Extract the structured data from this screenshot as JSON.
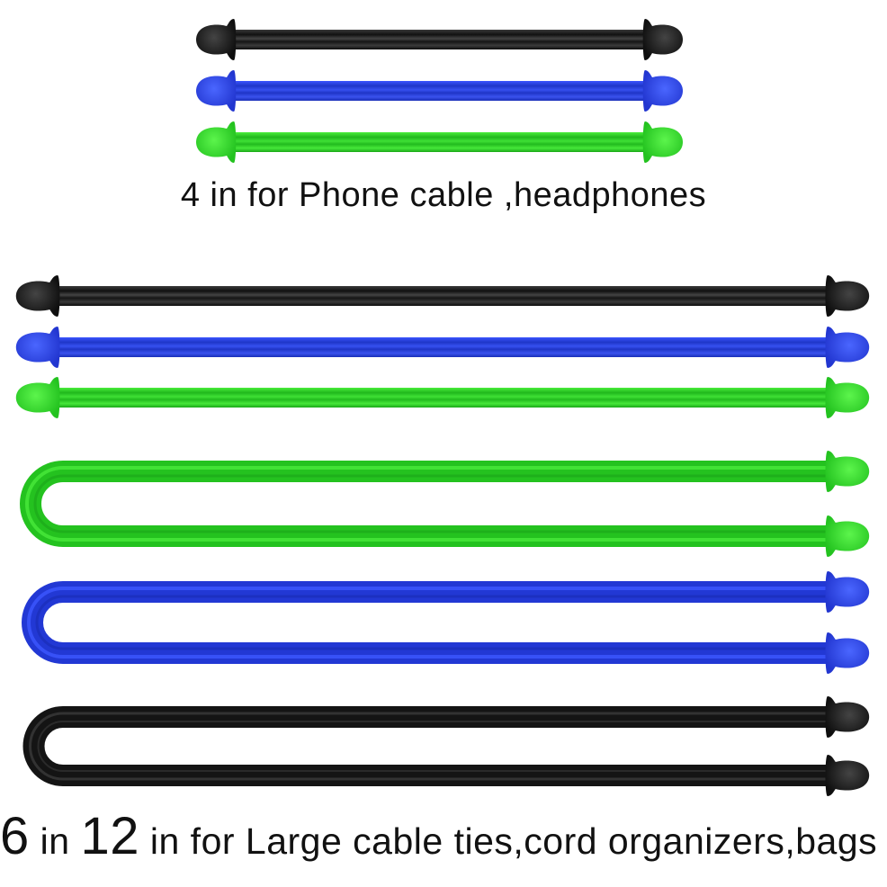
{
  "product": {
    "colors": {
      "black": "#1a1a1a",
      "blue": "#2a3fdc",
      "green": "#2fd22a"
    },
    "short_ties": {
      "length": "4 in",
      "items": [
        {
          "color": "black"
        },
        {
          "color": "blue"
        },
        {
          "color": "green"
        }
      ]
    },
    "long_ties": {
      "items_straight": [
        {
          "color": "black"
        },
        {
          "color": "blue"
        },
        {
          "color": "green"
        }
      ],
      "items_looped": [
        {
          "color": "green"
        },
        {
          "color": "blue"
        },
        {
          "color": "black"
        }
      ]
    }
  },
  "captions": {
    "short": "4 in for Phone cable ,headphones",
    "long": {
      "size1": "6",
      "unit1": " in ",
      "size2": "12",
      "rest": " in for Large cable ties,cord organizers,bags"
    }
  }
}
